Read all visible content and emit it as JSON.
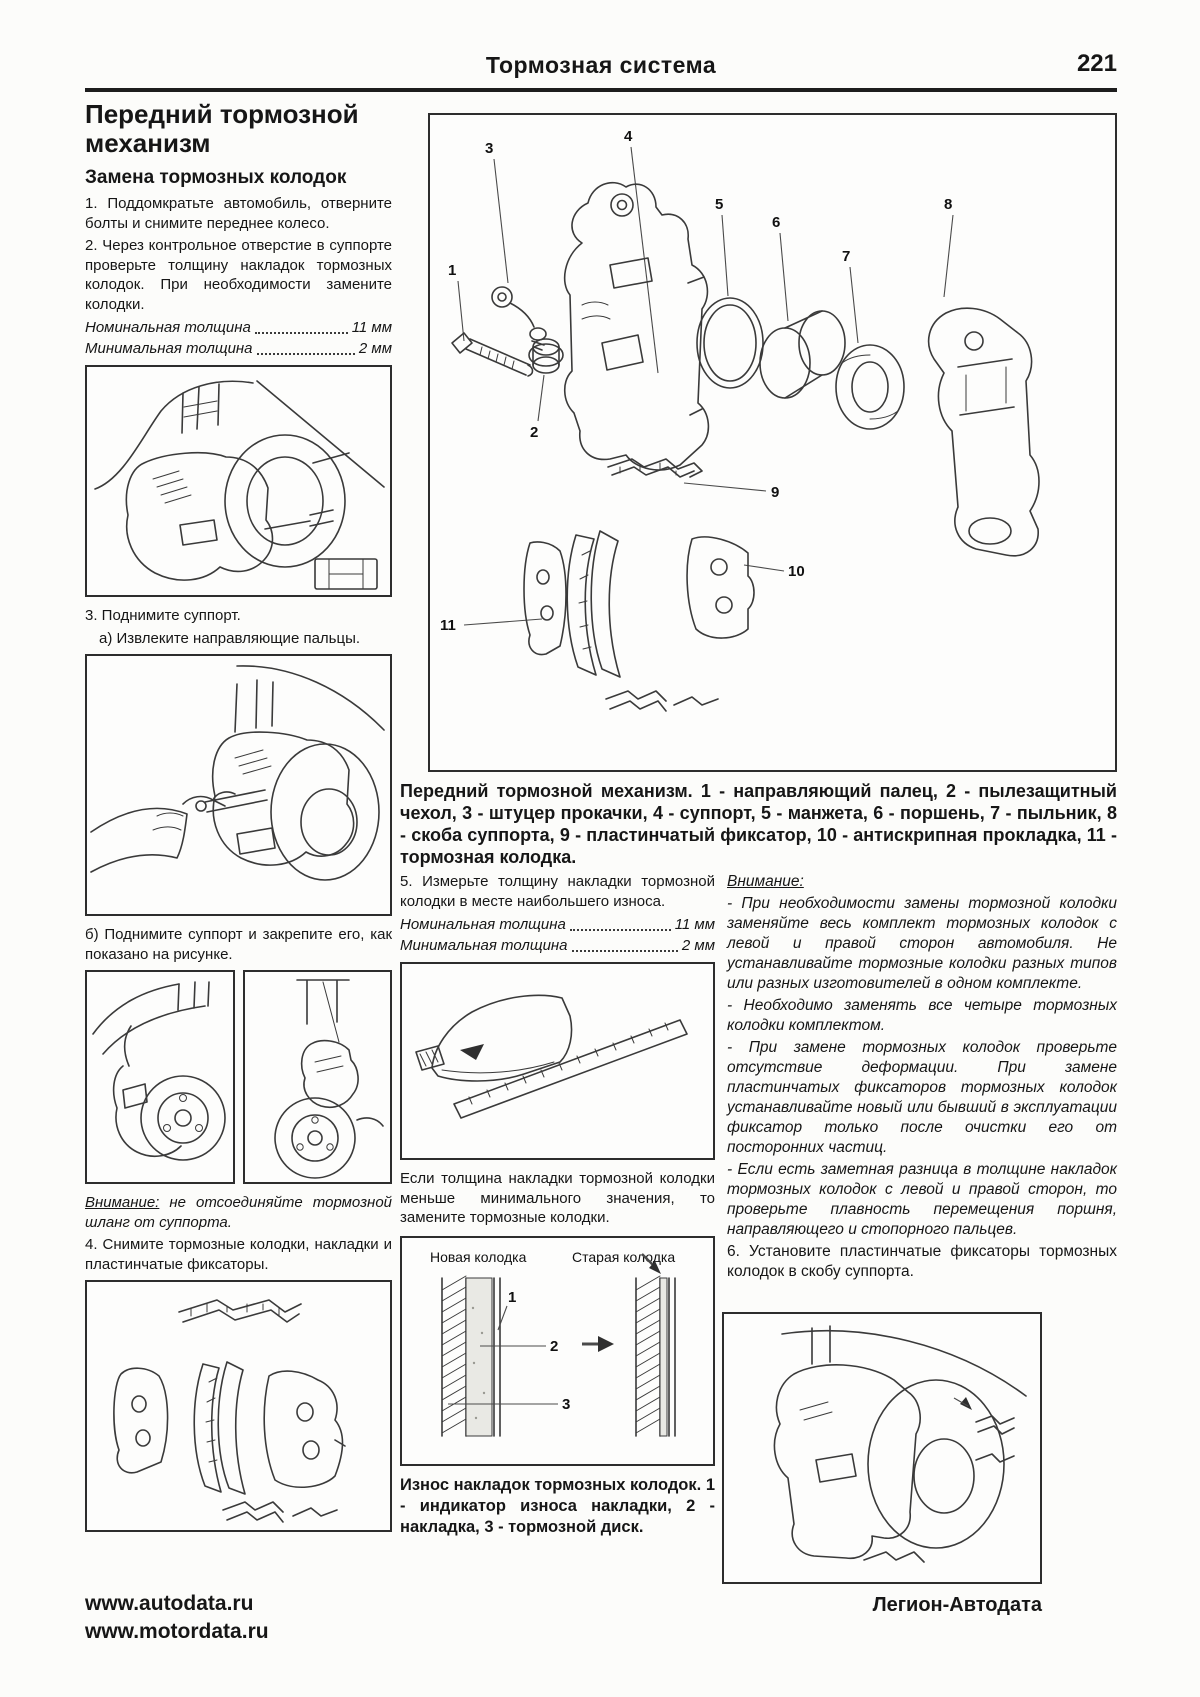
{
  "header": {
    "title": "Тормозная система",
    "page": "221"
  },
  "left": {
    "title": "Передний тормозной механизм",
    "subtitle": "Замена тормозных колодок",
    "step1": "1. Поддомкратьте автомобиль, отверните болты и снимите переднее колесо.",
    "step2": "2. Через контрольное отверстие в суппорте проверьте толщину накладок тормозных колодок. При необходимости замените колодки.",
    "spec_nominal_label": "Номинальная толщина",
    "spec_nominal_value": "11 мм",
    "spec_min_label": "Минимальная толщина",
    "spec_min_value": "2 мм",
    "step3": "3. Поднимите суппорт.",
    "step3a": "а) Извлеките направляющие пальцы.",
    "step3b": "б) Поднимите суппорт и закрепите его, как показано на рисунке.",
    "warning_label": "Внимание:",
    "warning_text": " не отсоединяйте тормозной шланг от суппорта.",
    "step4": "4. Снимите тормозные колодки, накладки и пластинчатые фиксаторы."
  },
  "diagram": {
    "caption": "Передний тормозной механизм. 1 - направляющий палец, 2 - пылезащитный чехол, 3 - штуцер прокачки, 4 - суппорт, 5 - манжета, 6 - поршень, 7 - пыльник, 8 - скоба суппорта, 9 - пластинчатый фиксатор, 10 - антискрипная прокладка, 11 - тормозная колодка.",
    "callouts": [
      "1",
      "2",
      "3",
      "4",
      "5",
      "6",
      "7",
      "8",
      "9",
      "10",
      "11"
    ]
  },
  "middle": {
    "step5": "5. Измерьте толщину накладки тормозной колодки в месте наибольшего износа.",
    "spec_nominal_label": "Номинальная толщина",
    "spec_nominal_value": "11 мм",
    "spec_min_label": "Минимальная толщина",
    "spec_min_value": "2 мм",
    "note": "Если толщина накладки тормозной колодки меньше минимального значения, то замените тормозные колодки.",
    "wear": {
      "new_label": "Новая колодка",
      "old_label": "Старая колодка",
      "callouts": [
        "1",
        "2",
        "3"
      ]
    },
    "wear_caption": "Износ накладок тормозных колодок. 1 - индикатор износа накладки, 2 - накладка, 3 - тормозной диск."
  },
  "right": {
    "warning_label": "Внимание:",
    "warnings": [
      "- При необходимости замены тормозной колодки заменяйте весь комплект тормозных колодок с левой и правой сторон автомобиля. Не устанавливайте тормозные колодки разных типов или разных изготовителей в одном комплекте.",
      "- Необходимо заменять все четыре тормозных колодки комплектом.",
      "- При замене тормозных колодок проверьте отсутствие деформации. При замене пластинчатых фиксаторов тормозных колодок устанавливайте новый или бывший в эксплуатации фиксатор только после очистки его от посторонних частиц.",
      "- Если есть заметная разница в толщине накладок тормозных колодок с левой и правой сторон, то проверьте плавность перемещения поршня, направляющего и стопорного пальцев."
    ],
    "step6": "6. Установите пластинчатые фиксаторы тормозных колодок в скобу суппорта."
  },
  "footer": {
    "site1": "www.autodata.ru",
    "site2": "www.motordata.ru",
    "publisher": "Легион-Автодата"
  }
}
